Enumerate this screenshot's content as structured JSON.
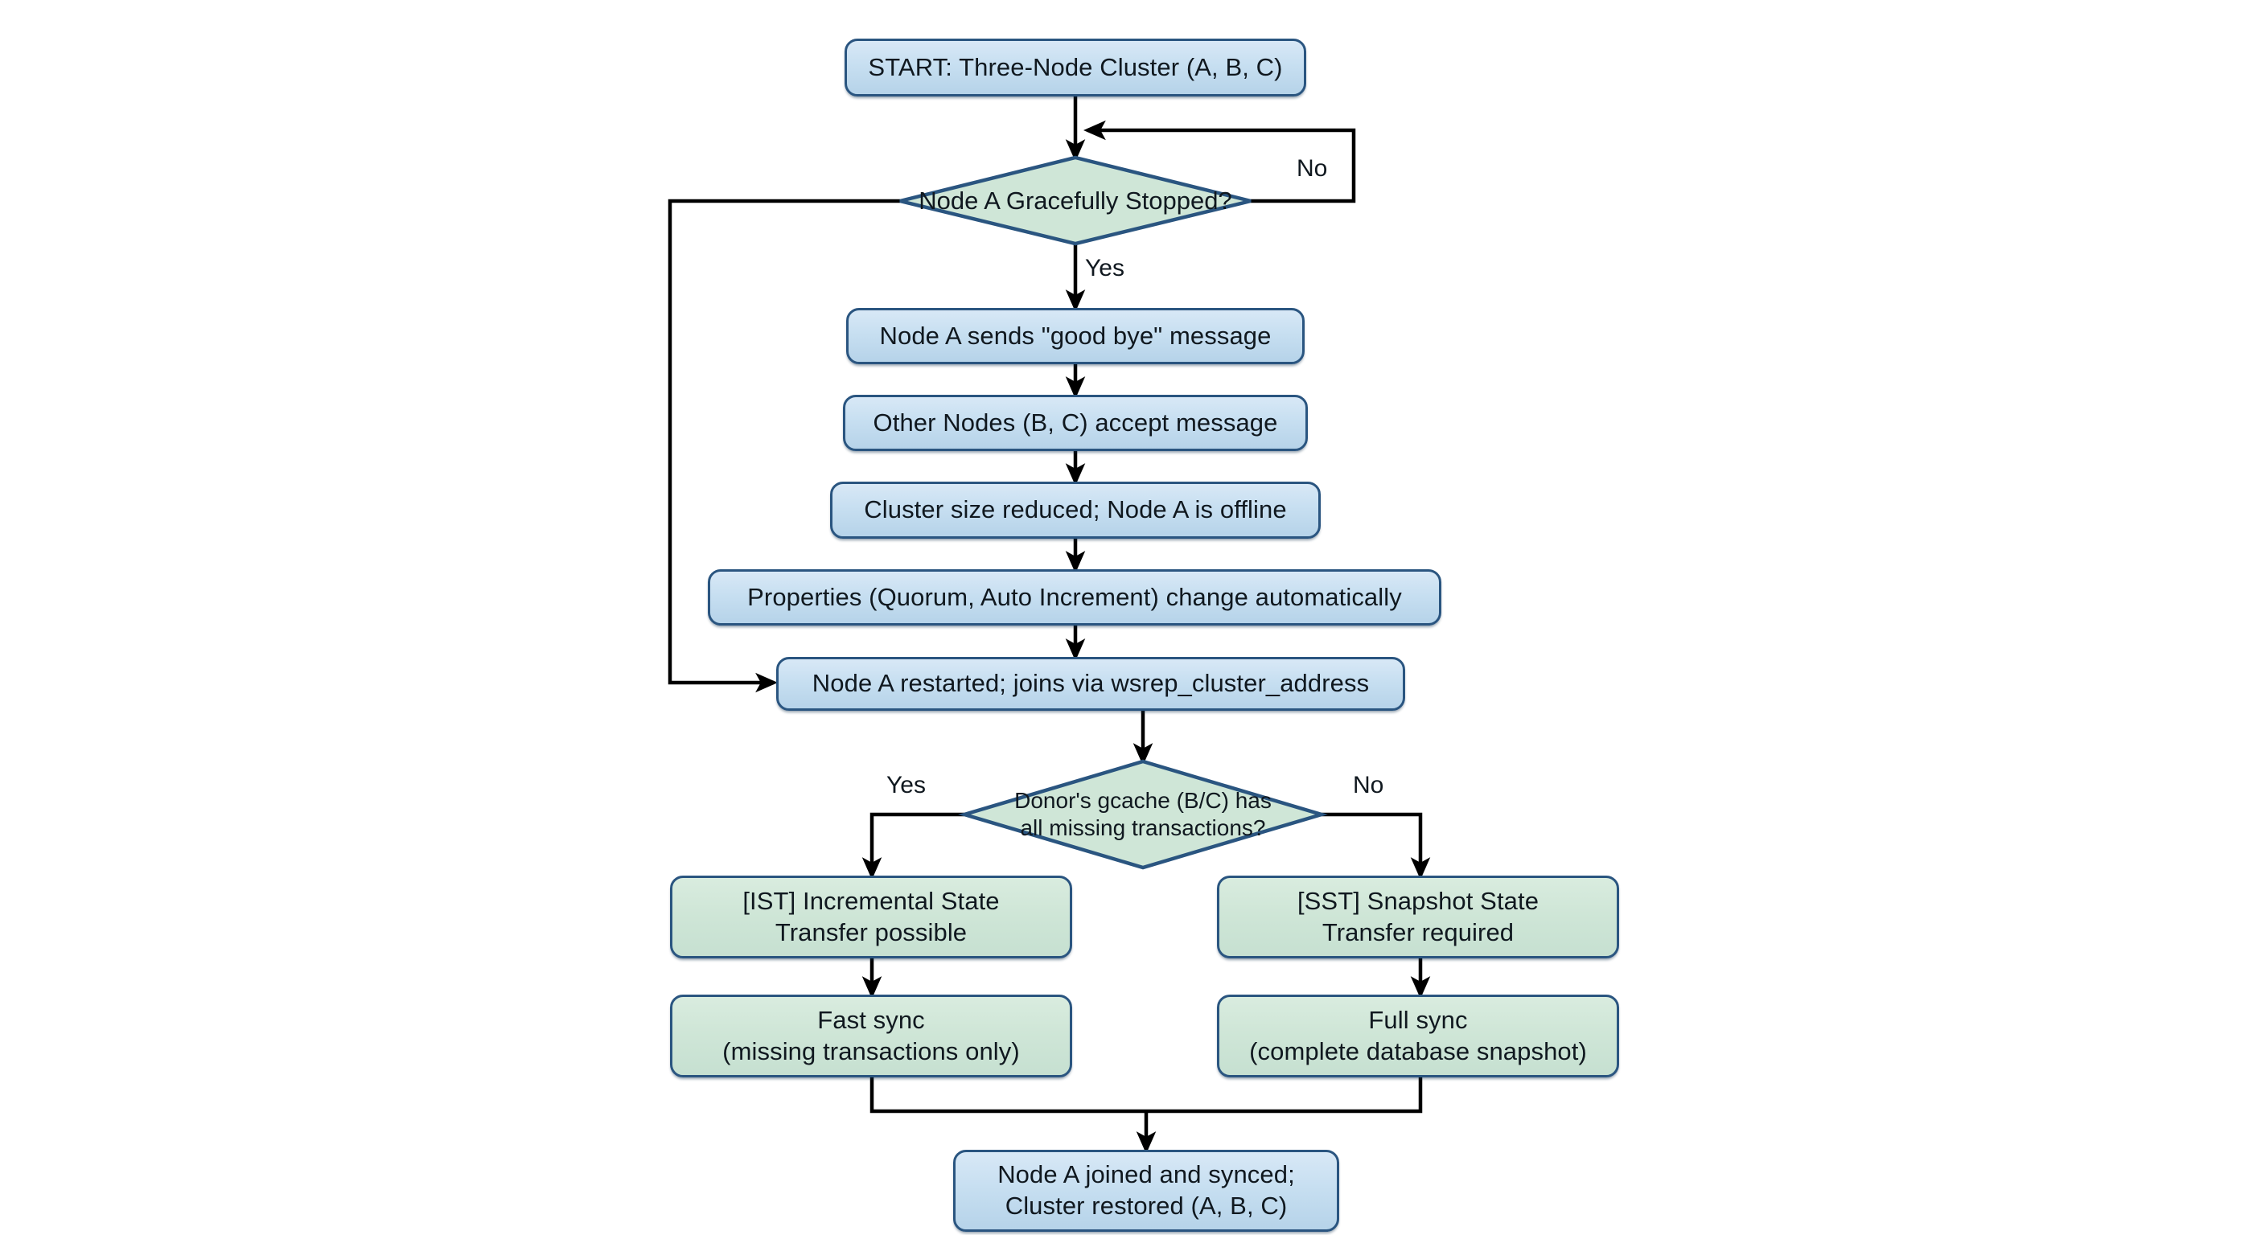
{
  "diagram": {
    "title": "Galera Cluster Node Restart and State Transfer Flow",
    "background": "#ffffff",
    "colors": {
      "process_fill_top": "#d8e8f6",
      "process_fill_bottom": "#b6d3e9",
      "decision_fill": "#cfe6d7",
      "green_fill_top": "#d9ecdf",
      "green_fill_bottom": "#c6e0d1",
      "border": "#2a5580",
      "edge": "#000000",
      "text": "#10181f"
    }
  },
  "nodes": {
    "start": {
      "label": "START: Three-Node Cluster (A, B, C)",
      "shape": "rounded-process",
      "fill": "blue"
    },
    "decision_stopped": {
      "label": "Node A Gracefully Stopped?",
      "shape": "decision",
      "fill": "green"
    },
    "goodbye": {
      "label": "Node A sends \"good bye\" message",
      "shape": "rounded-process",
      "fill": "blue"
    },
    "accept": {
      "label": "Other Nodes (B, C) accept message",
      "shape": "rounded-process",
      "fill": "blue"
    },
    "reduced": {
      "label": "Cluster size reduced; Node A is offline",
      "shape": "rounded-process",
      "fill": "blue"
    },
    "properties": {
      "label": "Properties (Quorum, Auto Increment) change automatically",
      "shape": "rounded-process",
      "fill": "blue"
    },
    "restarted": {
      "label": "Node A restarted; joins via wsrep_cluster_address",
      "shape": "rounded-process",
      "fill": "blue"
    },
    "decision_gcache": {
      "label": "Donor's gcache (B/C) has\nall missing transactions?",
      "shape": "decision",
      "fill": "green"
    },
    "ist": {
      "label": "[IST] Incremental State\nTransfer possible",
      "shape": "rounded-process",
      "fill": "green"
    },
    "sst": {
      "label": "[SST] Snapshot State\nTransfer required",
      "shape": "rounded-process",
      "fill": "green"
    },
    "fast_sync": {
      "label": "Fast sync\n(missing transactions only)",
      "shape": "rounded-process",
      "fill": "green"
    },
    "full_sync": {
      "label": "Full sync\n(complete database snapshot)",
      "shape": "rounded-process",
      "fill": "green"
    },
    "end": {
      "label": "Node A joined and synced;\nCluster restored (A, B, C)",
      "shape": "rounded-process",
      "fill": "blue"
    }
  },
  "edge_labels": {
    "stopped_no": "No",
    "stopped_yes": "Yes",
    "gcache_yes": "Yes",
    "gcache_no": "No"
  },
  "edges": [
    {
      "from": "start",
      "to": "decision_stopped",
      "label": ""
    },
    {
      "from": "decision_stopped",
      "to": "goodbye",
      "label": "Yes"
    },
    {
      "from": "decision_stopped",
      "to": "decision_stopped_loop",
      "label": "No"
    },
    {
      "from": "goodbye",
      "to": "accept",
      "label": ""
    },
    {
      "from": "accept",
      "to": "reduced",
      "label": ""
    },
    {
      "from": "reduced",
      "to": "properties",
      "label": ""
    },
    {
      "from": "properties",
      "to": "restarted",
      "label": ""
    },
    {
      "from": "decision_stopped",
      "to": "restarted",
      "label": ""
    },
    {
      "from": "restarted",
      "to": "decision_gcache",
      "label": ""
    },
    {
      "from": "decision_gcache",
      "to": "ist",
      "label": "Yes"
    },
    {
      "from": "decision_gcache",
      "to": "sst",
      "label": "No"
    },
    {
      "from": "ist",
      "to": "fast_sync",
      "label": ""
    },
    {
      "from": "sst",
      "to": "full_sync",
      "label": ""
    },
    {
      "from": "fast_sync",
      "to": "end",
      "label": ""
    },
    {
      "from": "full_sync",
      "to": "end",
      "label": ""
    }
  ]
}
